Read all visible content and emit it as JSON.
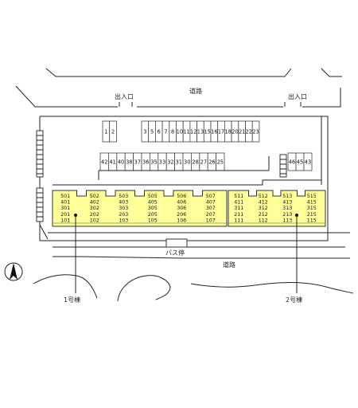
{
  "labels": {
    "road_north": "道路",
    "road_south": "道路",
    "entrance": "出入口",
    "bus_stop": "バス停",
    "building1": "1号棟",
    "building2": "2号棟"
  },
  "parking": {
    "top_row": [
      "1",
      "2",
      "3",
      "5",
      "6",
      "7",
      "8",
      "10",
      "11",
      "12",
      "13",
      "15",
      "16",
      "17",
      "18",
      "20",
      "21",
      "22",
      "23"
    ],
    "middle_row": [
      "42",
      "41",
      "40",
      "38",
      "37",
      "36",
      "35",
      "33",
      "32",
      "31",
      "30",
      "28",
      "27",
      "26",
      "25"
    ],
    "right_group": [
      "46",
      "45",
      "43"
    ]
  },
  "building1_units": [
    [
      "501",
      "401",
      "301",
      "201",
      "101"
    ],
    [
      "502",
      "402",
      "302",
      "202",
      "102"
    ],
    [
      "503",
      "403",
      "303",
      "203",
      "103"
    ],
    [
      "505",
      "405",
      "305",
      "205",
      "105"
    ],
    [
      "506",
      "406",
      "306",
      "206",
      "106"
    ],
    [
      "507",
      "407",
      "307",
      "207",
      "107"
    ]
  ],
  "building2_units": [
    [
      "511",
      "411",
      "311",
      "211",
      "111"
    ],
    [
      "512",
      "412",
      "312",
      "212",
      "112"
    ],
    [
      "513",
      "413",
      "313",
      "213",
      "113"
    ],
    [
      "515",
      "415",
      "315",
      "215",
      "115"
    ]
  ],
  "colors": {
    "building_fill": "#ffff99",
    "line": "#222222"
  },
  "icons": {
    "compass": "north-arrow-icon"
  }
}
